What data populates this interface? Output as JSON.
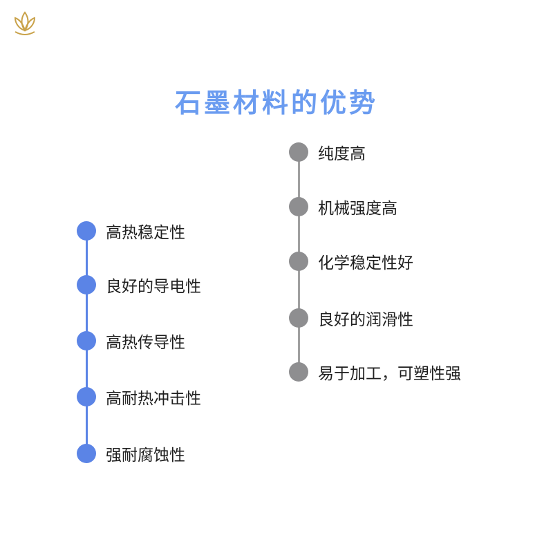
{
  "title": "石墨材料的优势",
  "colors": {
    "title": "#6b9cf0",
    "left_accent": "#5b84e6",
    "right_accent": "#8e8e90",
    "logo_gold": "#c9a24a"
  },
  "left_list": {
    "items": [
      {
        "label": "高热稳定性"
      },
      {
        "label": "良好的导电性"
      },
      {
        "label": "高热传导性"
      },
      {
        "label": "高耐热冲击性"
      },
      {
        "label": "强耐腐蚀性"
      }
    ]
  },
  "right_list": {
    "items": [
      {
        "label": "纯度高"
      },
      {
        "label": "机械强度高"
      },
      {
        "label": "化学稳定性好"
      },
      {
        "label": "良好的润滑性"
      },
      {
        "label": "易于加工，可塑性强"
      }
    ]
  }
}
